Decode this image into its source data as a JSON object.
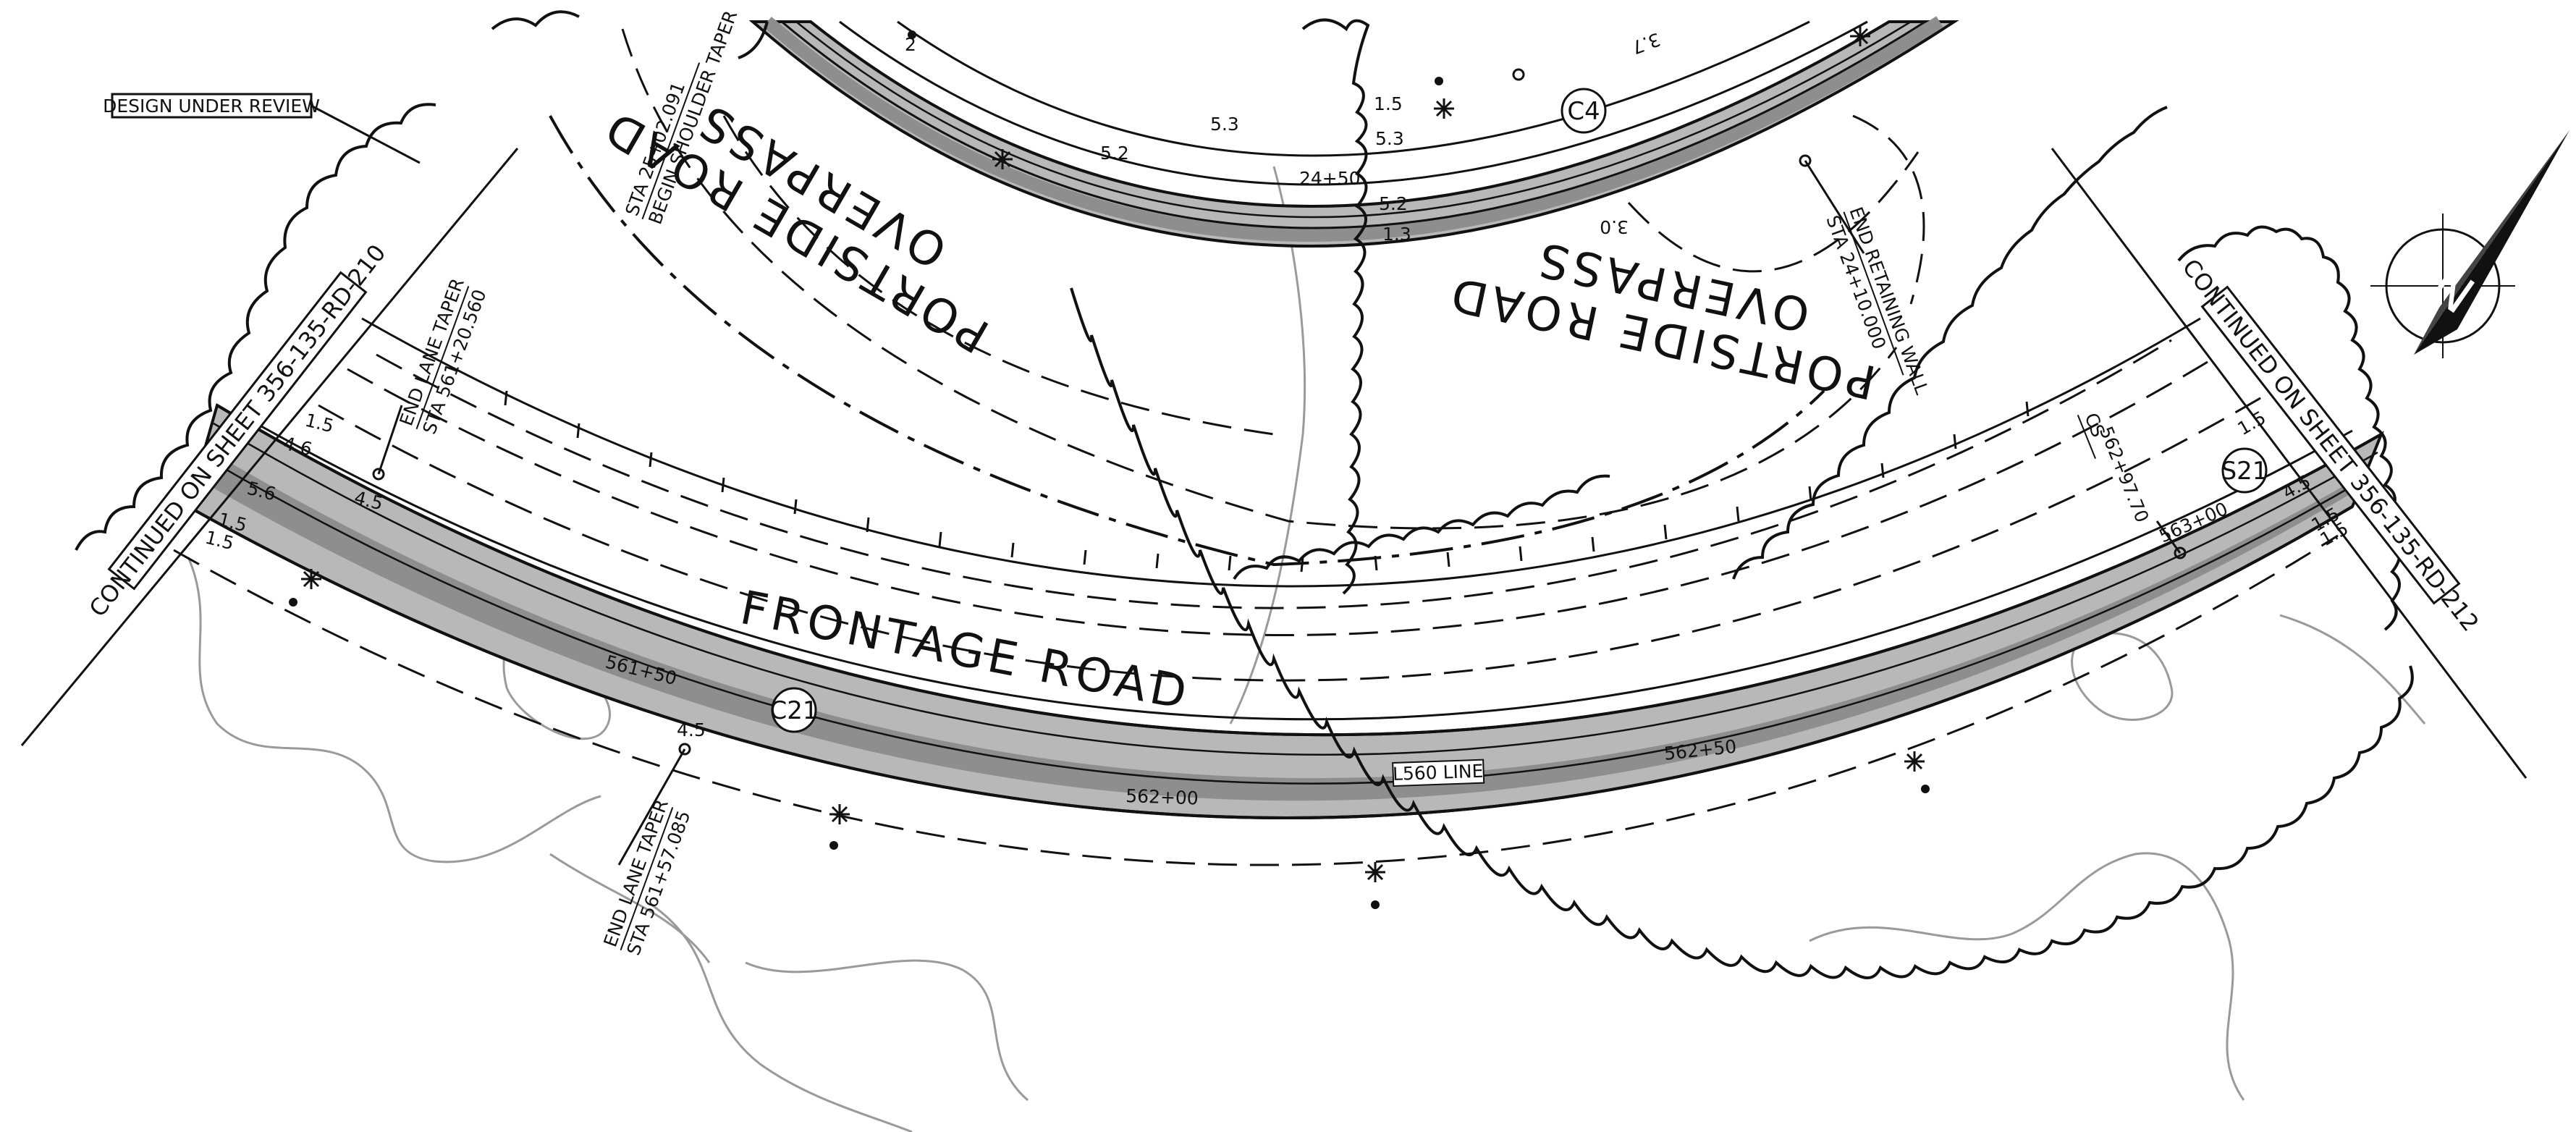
{
  "colors": {
    "paper": "#ffffff",
    "line": "#111111",
    "pavement": "#b8b8b8",
    "pavement_dark": "#8e8e8e",
    "terrain": "#9a9a9a"
  },
  "review_tag": "DESIGN UNDER REVIEW",
  "match_lines": {
    "left": "CONTINUED ON SHEET 356-135-RD-210",
    "right": "CONTINUED ON SHEET 356-135-RD-212"
  },
  "roads": {
    "frontage": "FRONTAGE ROAD",
    "overpass_left_line1": "PORTSIDE ROAD",
    "overpass_left_line2": "OVERPASS",
    "overpass_right_line1": "PORTSIDE ROAD",
    "overpass_right_line2": "OVERPASS"
  },
  "alignment_label": "L560 LINE",
  "callouts": {
    "shoulder_taper_1": "STA 25+02.091",
    "shoulder_taper_2": "BEGIN SHOULDER TAPER",
    "lane_taper_top_1": "END LANE TAPER",
    "lane_taper_top_2": "STA 561+20.560",
    "lane_taper_bottom_1": "END LANE TAPER",
    "lane_taper_bottom_2": "STA 561+57.085",
    "retaining_wall_1": "END RETAINING WALL",
    "retaining_wall_2": "STA 24+10.000",
    "cs_label": "CS",
    "cs_station": "562+97.70"
  },
  "stations": {
    "sta_561_50": "561+50",
    "sta_562_00": "562+00",
    "sta_562_50": "562+50",
    "sta_563_00": "563+00",
    "sta_24_50": "24+50"
  },
  "curve_tags": {
    "c21": "C21",
    "c4": "C4",
    "s21": "S21"
  },
  "widths": {
    "w1_5": "1.5",
    "w4_6": "4.6",
    "w5_6": "5.6",
    "w4_5": "4.5",
    "w1_3": "1.3",
    "w5_3": "5.3",
    "w5_2": "5.2",
    "w3_0": "3.0",
    "w3_7": "3.7",
    "w2": "2"
  },
  "north_arrow": {
    "icon": "north-arrow-icon",
    "letter": "N"
  }
}
